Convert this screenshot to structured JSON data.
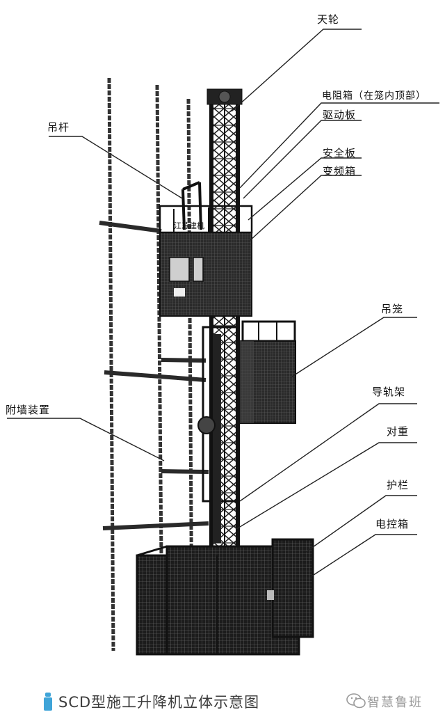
{
  "labels": {
    "tianlun": "天轮",
    "dianzuxiang": "电阻箱（在笼内顶部）",
    "qudongban": "驱动板",
    "anquanban": "安全板",
    "bianpinxiang": "变频箱",
    "diaogan": "吊杆",
    "diaolong": "吊笼",
    "daoguijia": "导轨架",
    "fuqiangzhuangzhi": "附墙装置",
    "duizhong": "对重",
    "hulan": "护栏",
    "diankongxiang": "电控箱"
  },
  "cage_plate_text": "江苏建机",
  "caption": "SCD型施工升降机立体示意图",
  "watermark": "智慧鲁班",
  "colors": {
    "ink": "#1a1a1a",
    "caption_icon": "#3fa4d8",
    "watermark": "#9a9a9a"
  },
  "icons": [
    "caption-bullet-icon",
    "wechat-logo-icon"
  ]
}
